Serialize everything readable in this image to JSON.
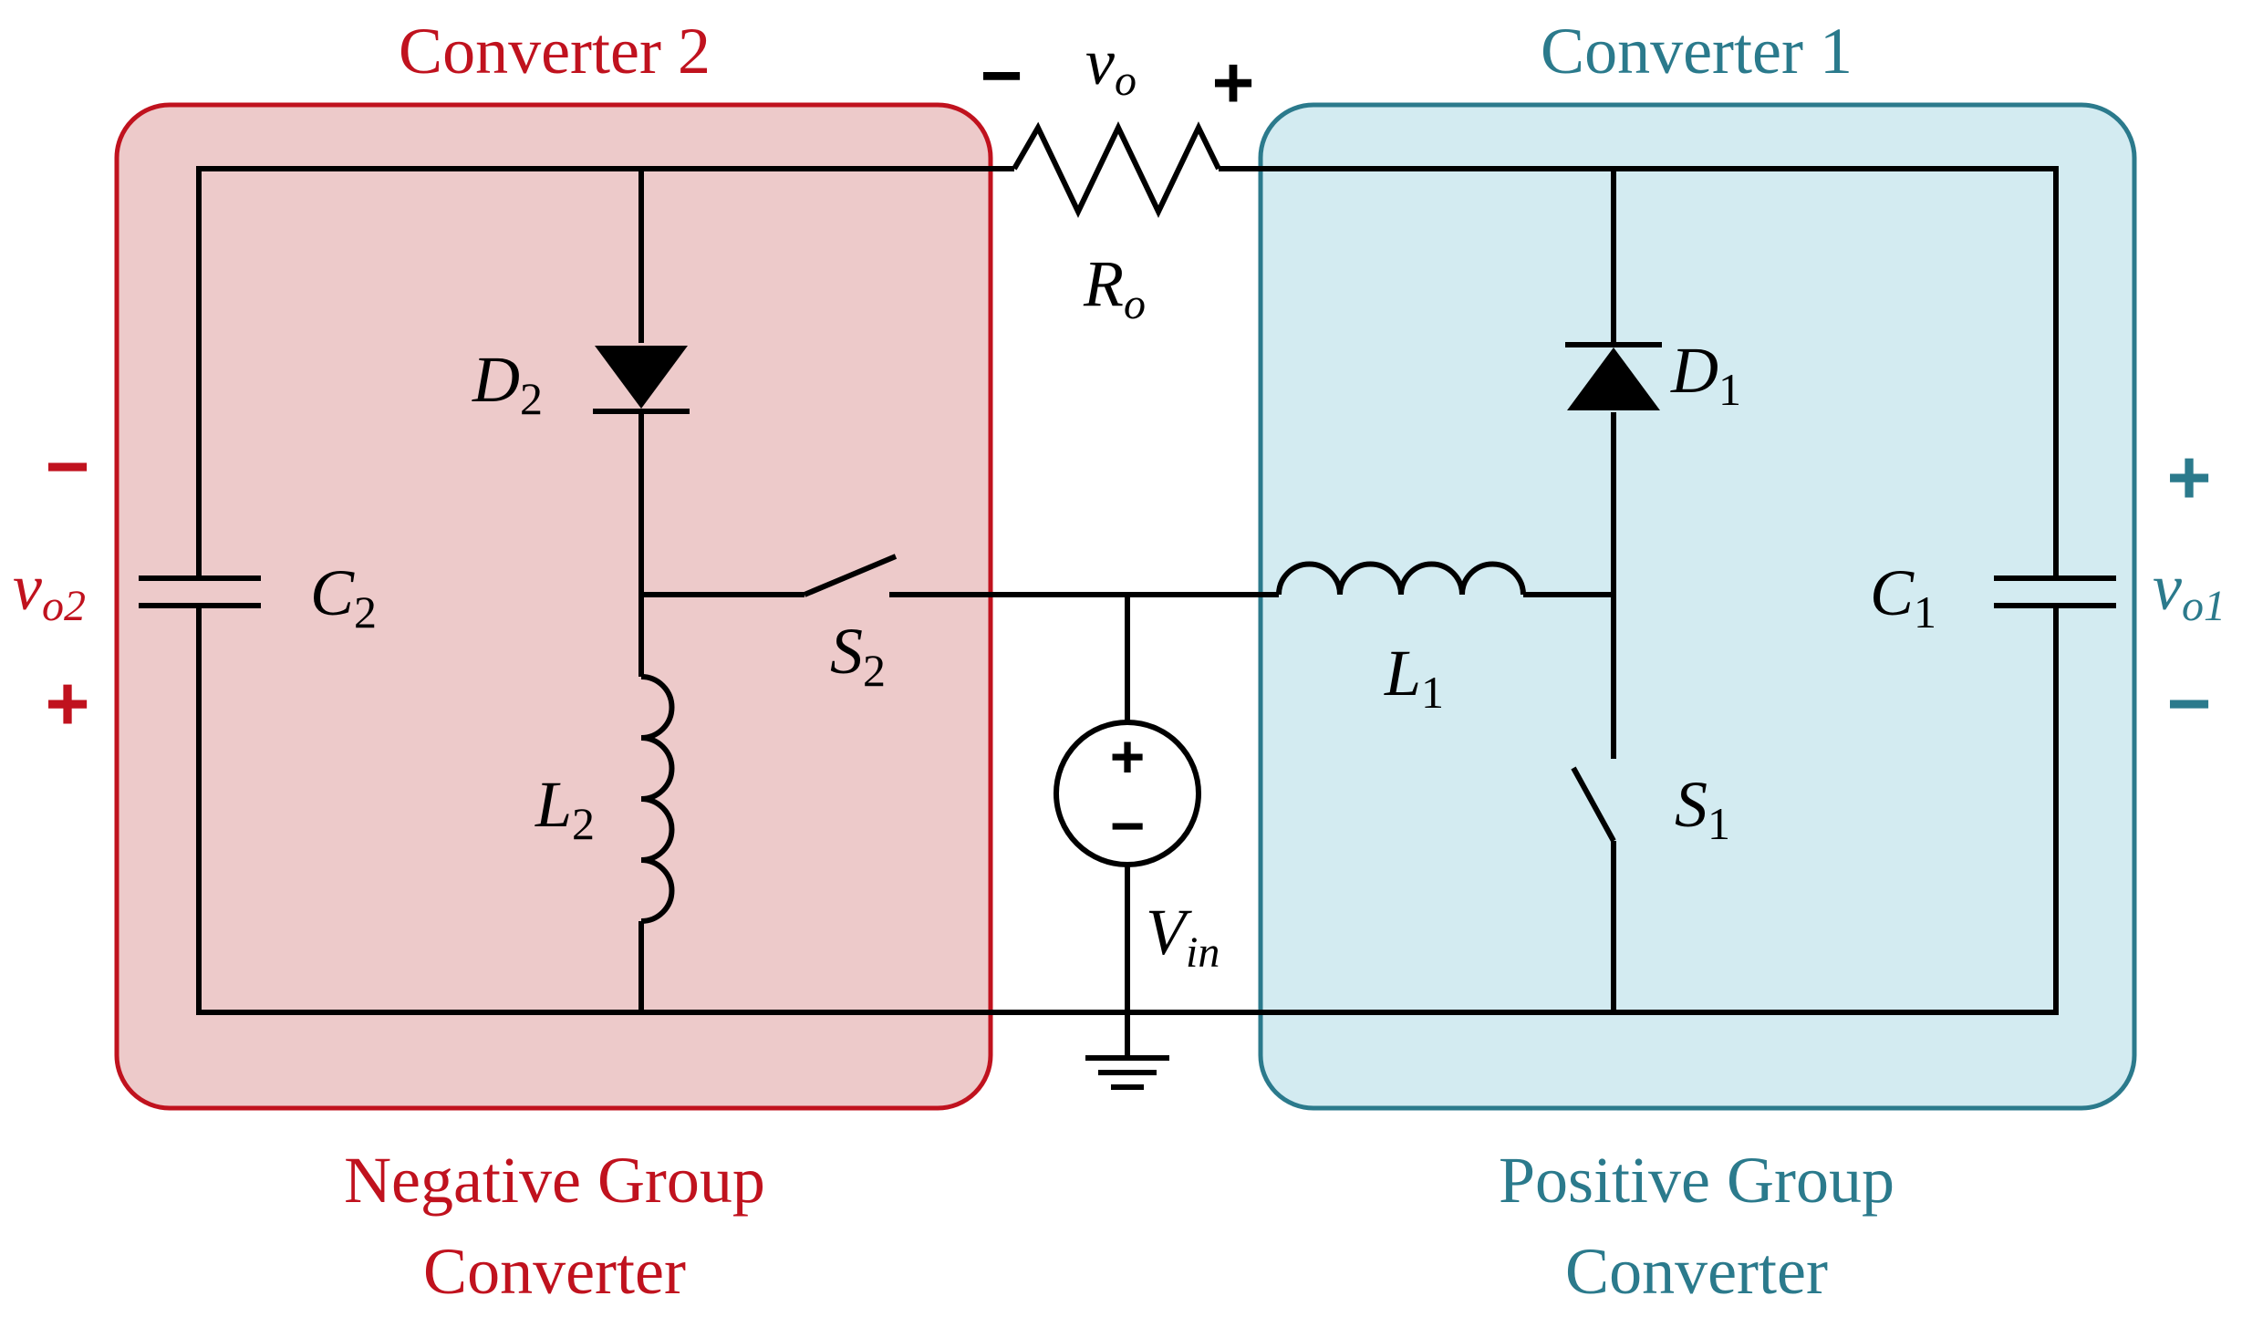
{
  "colors": {
    "negative_group": "#C0121E",
    "negative_fill": "#EDCACA",
    "positive_group": "#2B7A8C",
    "positive_fill": "#D3EBF1",
    "wire": "#000000"
  },
  "converter2": {
    "title": "Converter 2",
    "group_line1": "Negative Group",
    "group_line2": "Converter",
    "output_voltage": {
      "symbol": "v",
      "sub": "o2",
      "top_sign": "−",
      "bottom_sign": "+"
    }
  },
  "converter1": {
    "title": "Converter 1",
    "group_line1": "Positive Group",
    "group_line2": "Converter",
    "output_voltage": {
      "symbol": "v",
      "sub": "o1",
      "top_sign": "+",
      "bottom_sign": "−"
    }
  },
  "load": {
    "voltage": {
      "symbol": "v",
      "sub": "o",
      "left_sign": "−",
      "right_sign": "+"
    },
    "resistor": {
      "symbol": "R",
      "sub": "o"
    }
  },
  "source": {
    "symbol": "V",
    "sub": "in",
    "plus": "+",
    "minus": "−"
  },
  "components": {
    "D2": {
      "symbol": "D",
      "sub": "2"
    },
    "C2": {
      "symbol": "C",
      "sub": "2"
    },
    "L2": {
      "symbol": "L",
      "sub": "2"
    },
    "S2": {
      "symbol": "S",
      "sub": "2"
    },
    "D1": {
      "symbol": "D",
      "sub": "1"
    },
    "C1": {
      "symbol": "C",
      "sub": "1"
    },
    "L1": {
      "symbol": "L",
      "sub": "1"
    },
    "S1": {
      "symbol": "S",
      "sub": "1"
    }
  }
}
